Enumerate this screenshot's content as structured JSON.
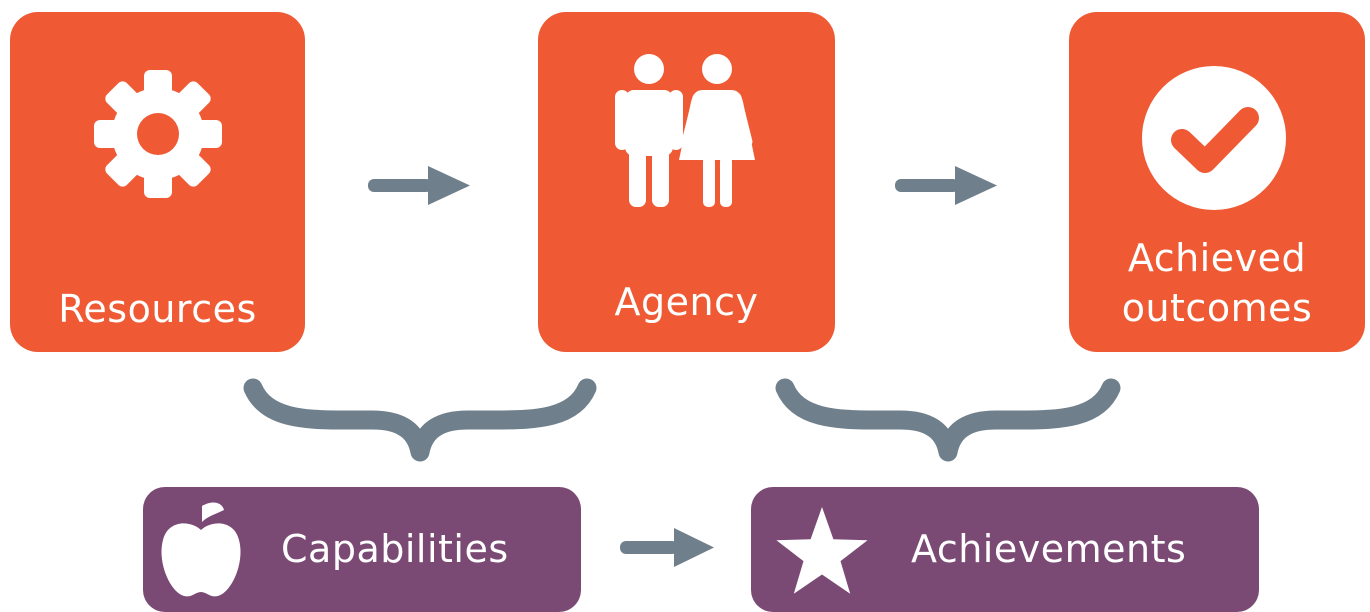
{
  "nodes": {
    "resources": {
      "label": "Resources",
      "icon": "gear-icon"
    },
    "agency": {
      "label": "Agency",
      "icon": "people-icon"
    },
    "achieved_outcomes": {
      "label_line1": "Achieved",
      "label_line2": "outcomes",
      "icon": "check-circle-icon"
    },
    "capabilities": {
      "label": "Capabilities",
      "icon": "apple-icon"
    },
    "achievements": {
      "label": "Achievements",
      "icon": "star-icon"
    }
  },
  "colors": {
    "box": "#ef5a34",
    "pill": "#7b4a74",
    "connector": "#6f808c",
    "text": "#ffffff"
  }
}
